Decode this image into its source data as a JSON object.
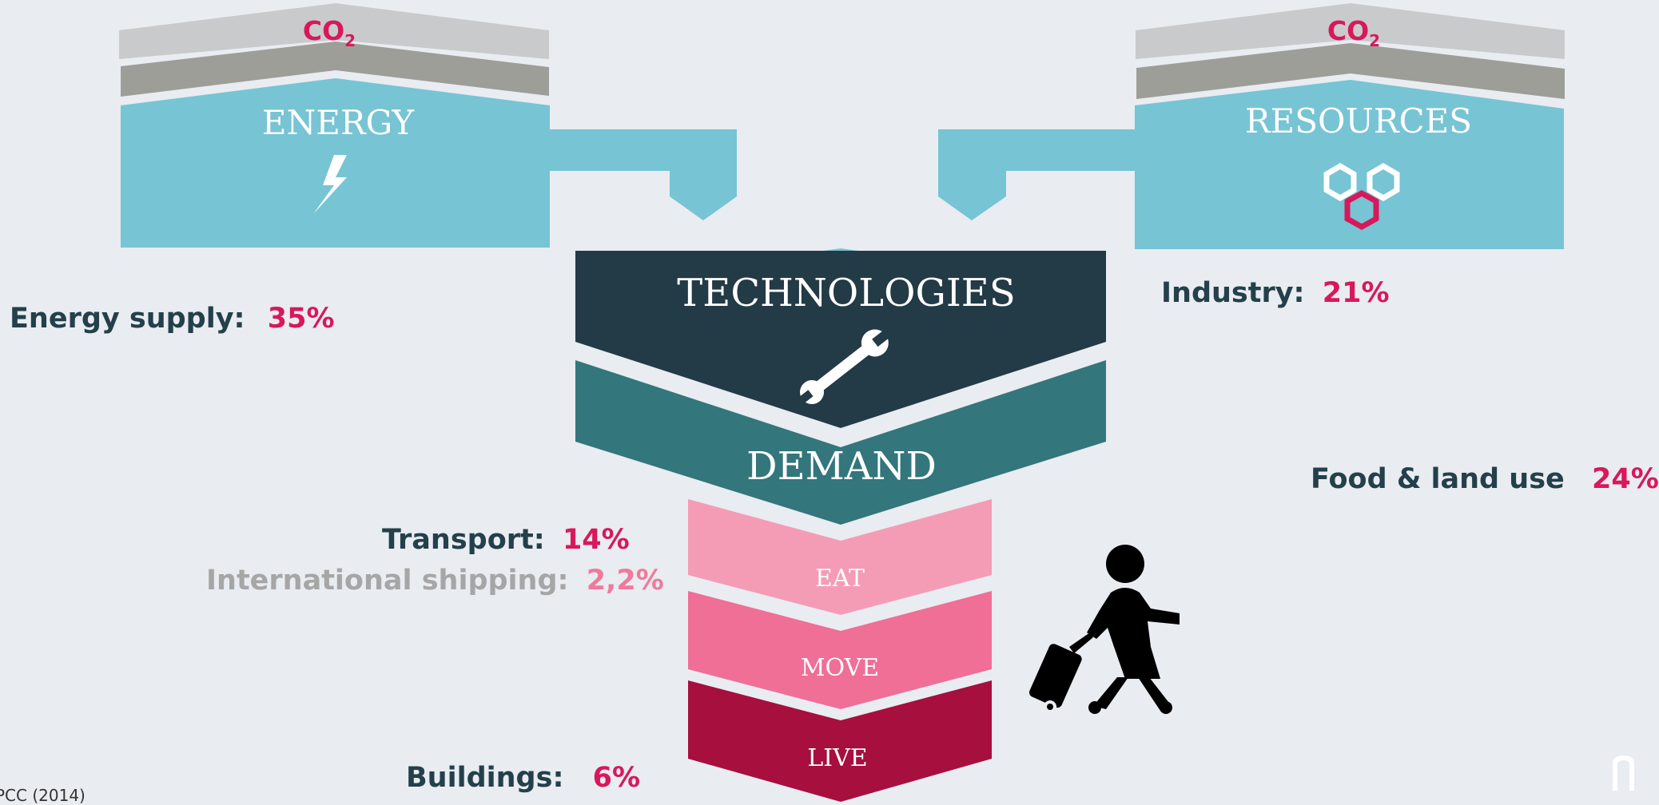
{
  "energy": {
    "title": "ENERGY",
    "co2_main": "CO",
    "co2_sub": "2",
    "icon": "lightning-bolt-icon"
  },
  "resources": {
    "title": "RESOURCES",
    "co2_main": "CO",
    "co2_sub": "2",
    "icon": "hexagons-icon"
  },
  "technologies": {
    "title": "TECHNOLOGIES",
    "icon": "wrench-icon"
  },
  "demand": {
    "title": "DEMAND",
    "levels": [
      "EAT",
      "MOVE",
      "LIVE"
    ],
    "icon": "traveler-with-suitcase-icon"
  },
  "sectors": {
    "energy_supply": {
      "label": "Energy supply:",
      "value": "35%"
    },
    "industry": {
      "label": "Industry:",
      "value": "21%"
    },
    "food_land": {
      "label": "Food & land use",
      "value": "24%"
    },
    "transport": {
      "label": "Transport:",
      "value": "14%"
    },
    "shipping": {
      "label": "International shipping:",
      "value": "2,2%"
    },
    "buildings": {
      "label": "Buildings:",
      "value": "6%"
    }
  },
  "source": "PCC (2014)",
  "colors": {
    "background": "#e9ecf1",
    "light_blue": "#77c4d4",
    "dark_navy": "#233a47",
    "teal": "#33767c",
    "pink_light": "#f49cb6",
    "pink_mid": "#ef6f96",
    "crimson": "#a60f3e",
    "accent": "#d8185a"
  }
}
